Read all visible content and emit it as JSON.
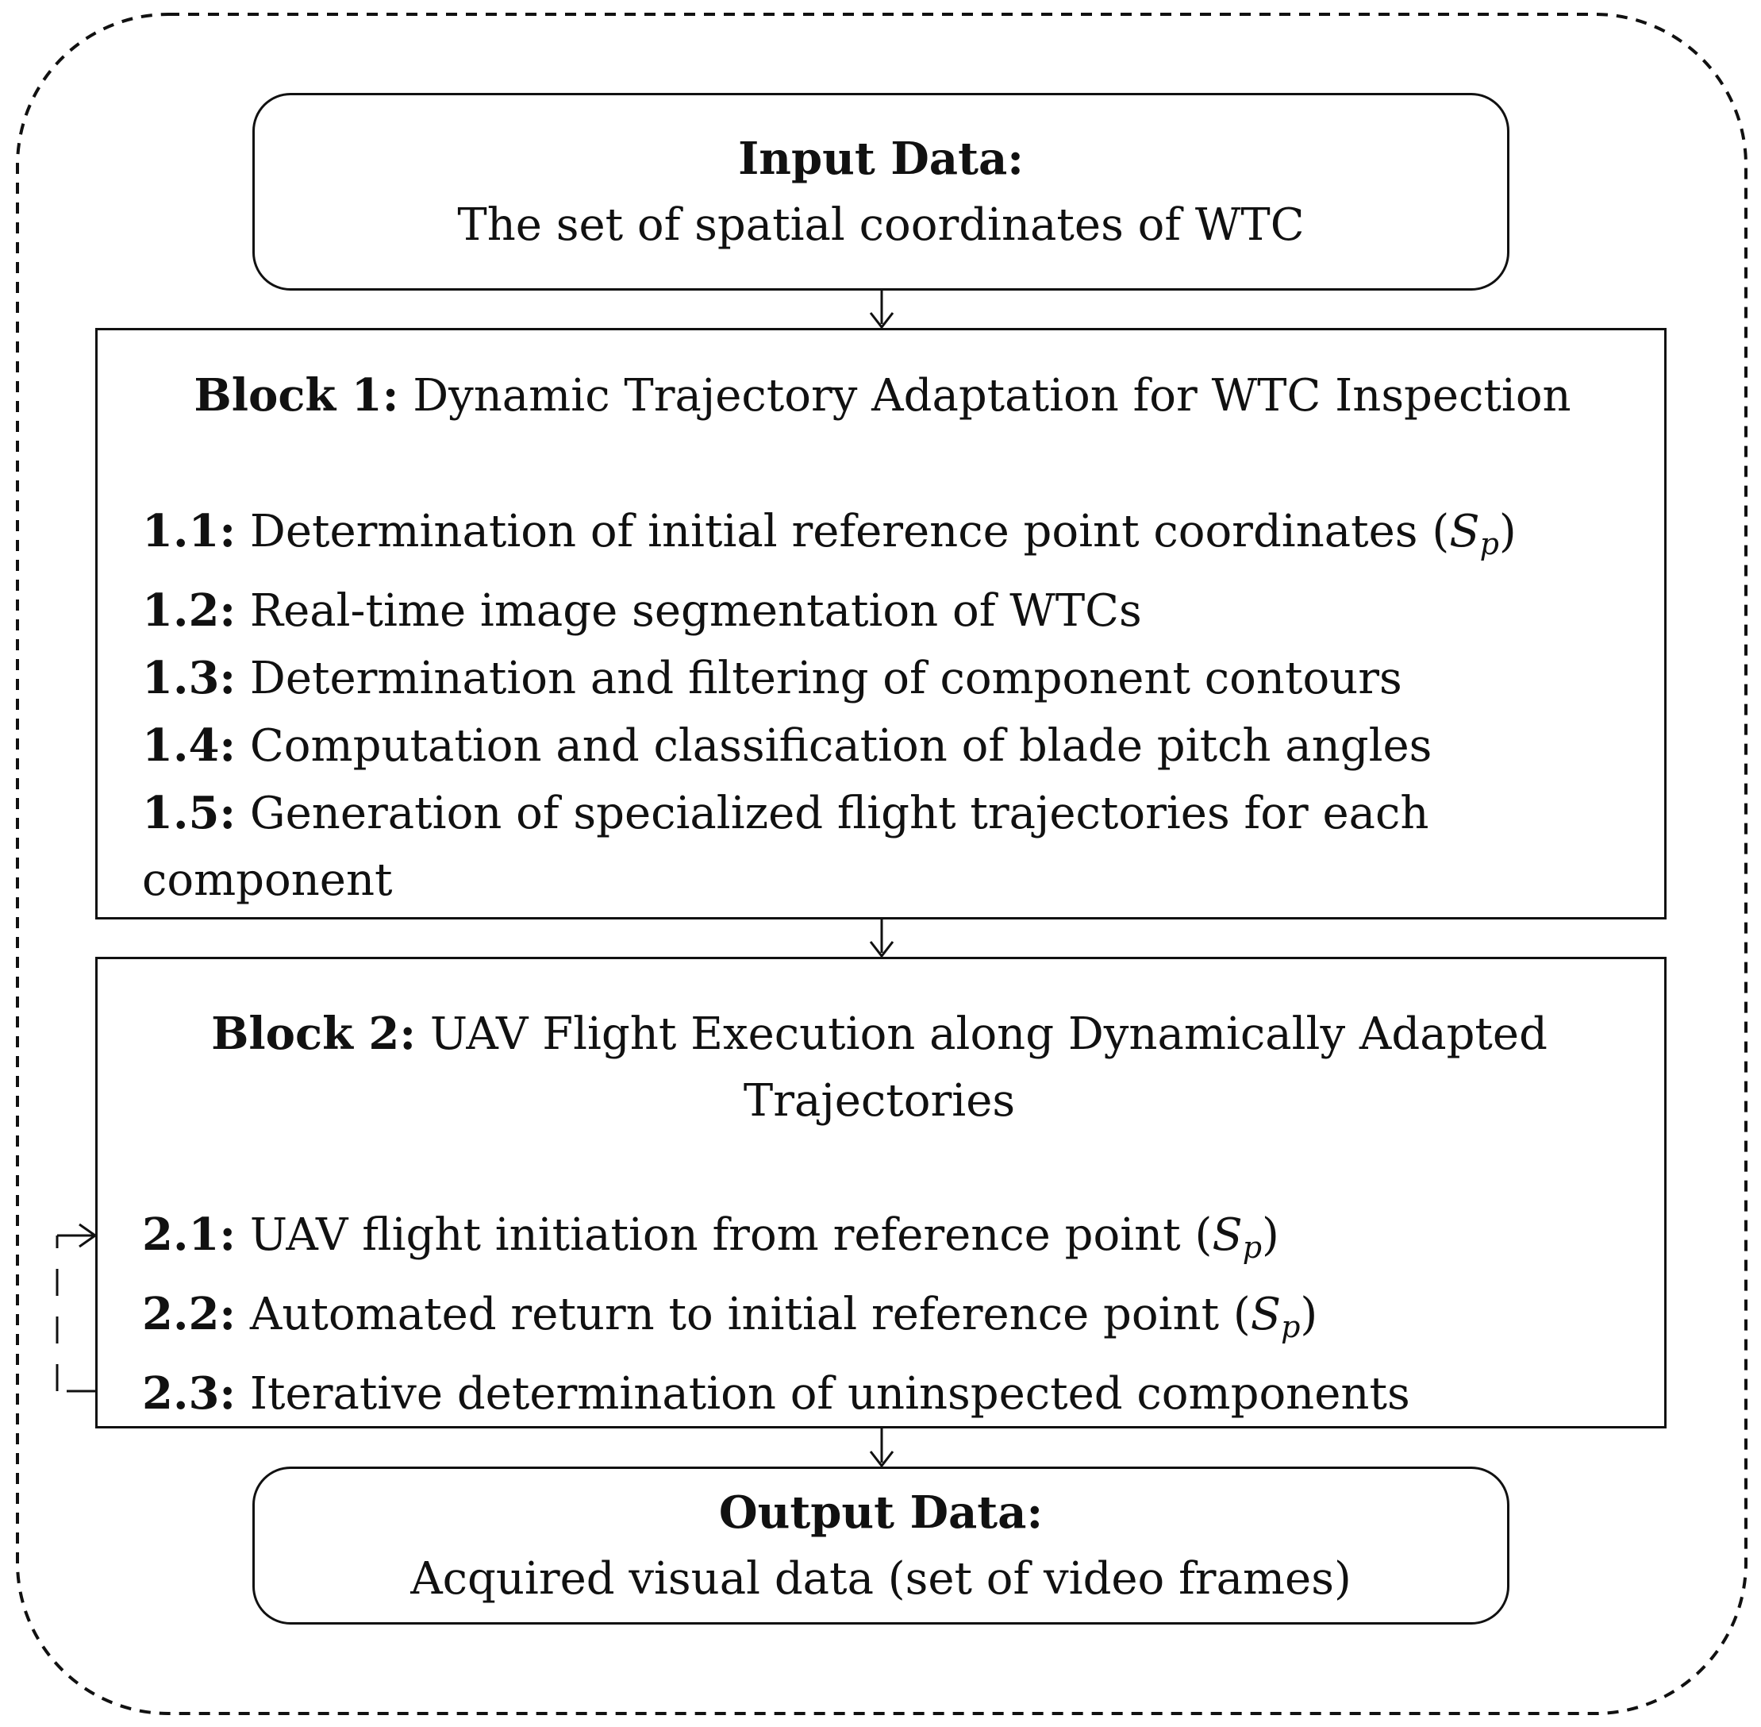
{
  "input": {
    "heading": "Input Data:",
    "text": "The set of spatial coordinates of WTC"
  },
  "block1": {
    "label": "Block 1:",
    "title": "Dynamic Trajectory Adaptation for WTC Inspection",
    "items": [
      {
        "num": "1.1:",
        "text": "Determination of initial reference point coordinates (",
        "var": "S",
        "sub": "p",
        "tail": ")"
      },
      {
        "num": "1.2:",
        "text": "Real-time image segmentation of WTCs"
      },
      {
        "num": "1.3:",
        "text": "Determination and filtering of component contours"
      },
      {
        "num": "1.4:",
        "text": "Computation and classification of blade pitch angles"
      },
      {
        "num": "1.5:",
        "text": "Generation of specialized flight trajectories for each component"
      }
    ]
  },
  "block2": {
    "label": "Block 2:",
    "title": "UAV Flight Execution along Dynamically Adapted Trajectories",
    "items": [
      {
        "num": "2.1:",
        "text": "UAV flight initiation from reference point (",
        "var": "S",
        "sub": "p",
        "tail": ")"
      },
      {
        "num": "2.2:",
        "text": "Automated return to initial reference point (",
        "var": "S",
        "sub": "p",
        "tail": ")"
      },
      {
        "num": "2.3:",
        "text": "Iterative determination of uninspected components"
      }
    ]
  },
  "output": {
    "heading": "Output Data:",
    "text": "Acquired visual data (set of video frames)"
  }
}
